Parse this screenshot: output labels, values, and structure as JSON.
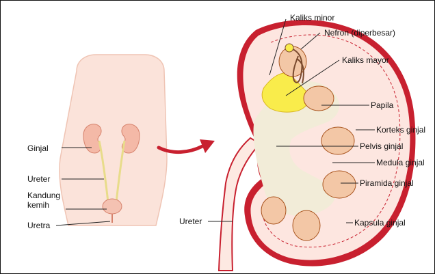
{
  "body_labels": {
    "kidney": "Ginjal",
    "ureter": "Ureter",
    "bladder_line1": "Kandung",
    "bladder_line2": "kemih",
    "urethra": "Uretra"
  },
  "kidney_labels": {
    "minor_calyx": "Kaliks minor",
    "nephron": "Nefron (diperbesar)",
    "major_calyx": "Kaliks mayor",
    "papilla": "Papila",
    "cortex": "Korteks ginjal",
    "pelvis": "Pelvis ginjal",
    "medulla": "Medula ginjal",
    "pyramid": "Piramida ginjal",
    "capsule": "Kapsula ginjal",
    "ureter": "Ureter"
  },
  "colors": {
    "skin": "#fbe3da",
    "skin_outline": "#efc4b4",
    "kidney_outer": "#c8202f",
    "kidney_cortex": "#fde6e0",
    "medulla_region": "#f2ecd8",
    "calyx": "#f9ec4b",
    "pyramid": "#f3c7a6",
    "arrow": "#c8202f",
    "ureter": "#f0e6a8"
  }
}
